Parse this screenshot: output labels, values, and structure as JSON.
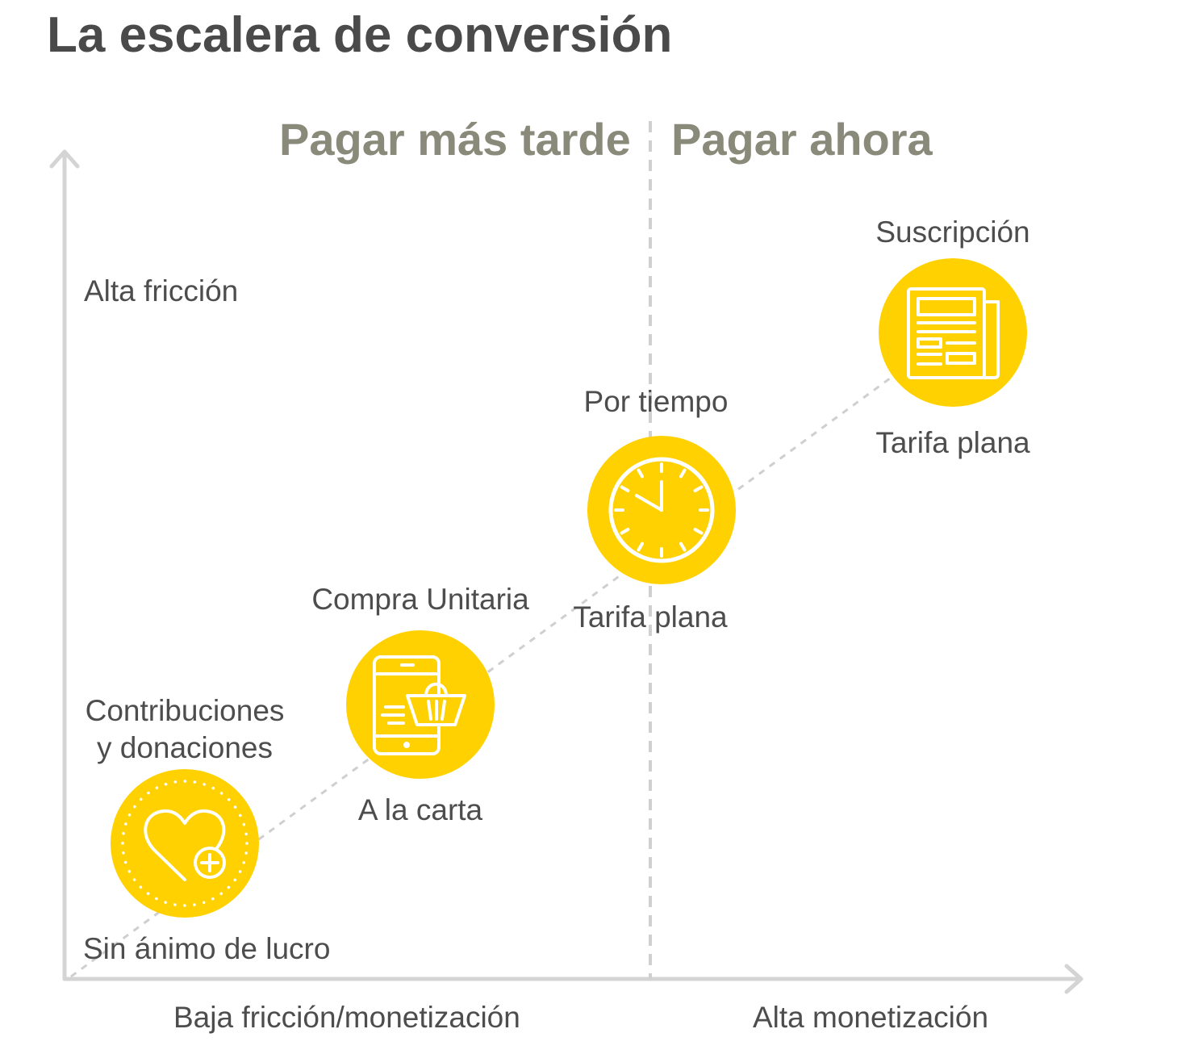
{
  "title": "La escalera de conversión",
  "phases": {
    "left": "Pagar más tarde",
    "right": "Pagar ahora"
  },
  "axes": {
    "y_top_label": "Alta fricción",
    "x_left_label": "Baja fricción/monetización",
    "x_right_label": "Alta monetización"
  },
  "steps": [
    {
      "top_label_line1": "Contribuciones",
      "top_label_line2": "y donaciones",
      "bottom_label": "Sin ánimo de lucro",
      "icon": "heart-plus-icon"
    },
    {
      "top_label": "Compra Unitaria",
      "bottom_label": "A la carta",
      "icon": "phone-basket-icon"
    },
    {
      "top_label": "Por tiempo",
      "bottom_label": "Tarifa plana",
      "icon": "clock-icon"
    },
    {
      "top_label": "Suscripción",
      "bottom_label": "Tarifa plana",
      "icon": "newspaper-icon"
    }
  ],
  "colors": {
    "accent": "#FFD100",
    "axis": "#d4d4d4",
    "text": "#4d4d4d",
    "phase": "#8a8a7a"
  }
}
